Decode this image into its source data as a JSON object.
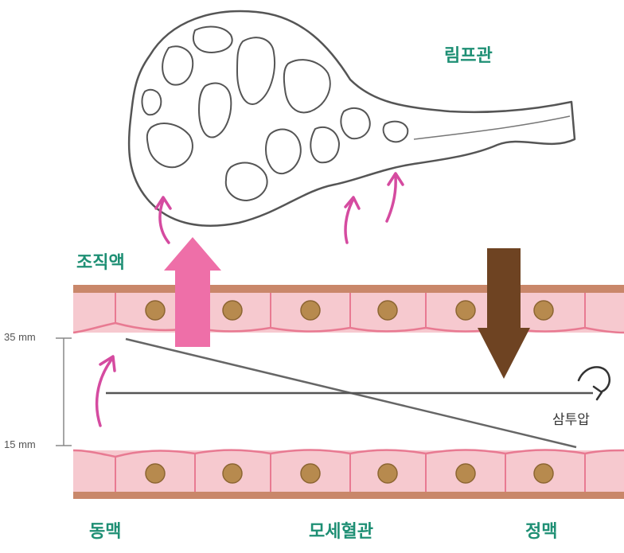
{
  "labels": {
    "lymph_vessel": "림프관",
    "tissue_fluid": "조직액",
    "artery": "동맥",
    "capillary": "모세혈관",
    "vein": "정맥",
    "osmotic_pressure": "삼투압",
    "pressure_high": "35 mm",
    "pressure_low": "15 mm"
  },
  "colors": {
    "label_teal": "#1e8f74",
    "vessel_wall": "#c9876a",
    "cell_fill": "#f6c9cf",
    "cell_border": "#e87a92",
    "nucleus": "#b78a4e",
    "filtration_arrow": "#ee6fa8",
    "reabsorption_arrow": "#6e4322",
    "small_arrow": "#d54ba0",
    "lymph_outline": "#555555"
  },
  "icons": {
    "filtration": "arrow-up-icon",
    "reabsorption": "arrow-down-icon",
    "osmotic_return": "curved-arrow-icon"
  }
}
